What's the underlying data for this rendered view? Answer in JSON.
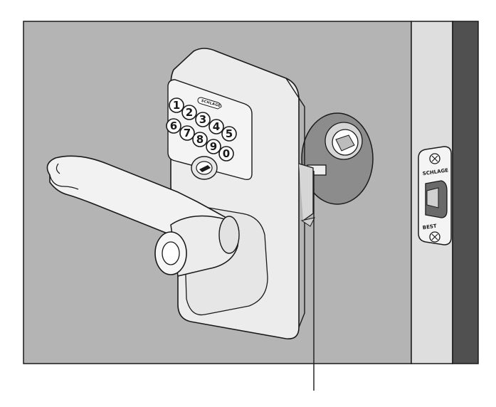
{
  "keypad": {
    "brand": "SCHLAGE",
    "keys": [
      "1",
      "2",
      "3",
      "4",
      "5",
      "6",
      "7",
      "8",
      "9",
      "0"
    ]
  },
  "strike_plate": {
    "brand": "SCHLAGE",
    "lower_text": "BEST"
  },
  "colors": {
    "door": "#b4b4b4",
    "frame_light": "#dedede",
    "frame_dark": "#505050",
    "lock_body": "#ececec",
    "outline": "#1a1a1a",
    "cutout_circle": "#8c8c8c"
  }
}
